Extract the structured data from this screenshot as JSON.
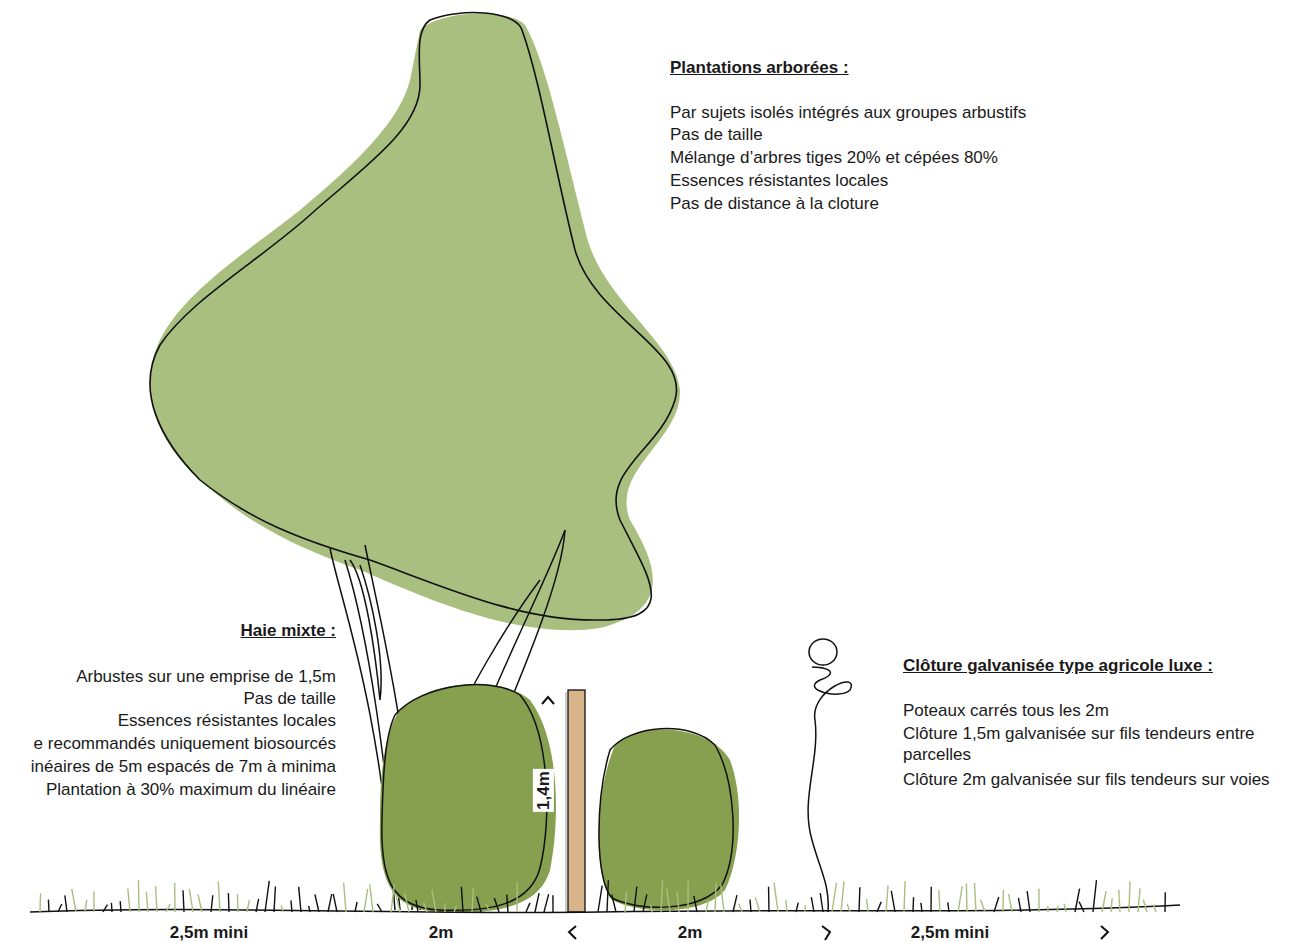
{
  "diagram": {
    "labels": [
      "Plantations arborées :",
      "Par sujets isolés intégrés aux groupes arbustifs",
      "Pas de taille",
      "Mélange d’arbres tiges 20% et cépées 80%",
      "Essences résistantes locales",
      "Pas de distance à la cloture",
      "Haie mixte :",
      "Arbustes sur une emprise de 1,5m",
      "Pas de taille",
      "Essences résistantes locales",
      "e recommandés uniquement biosourcés",
      "inéaires de 5m espacés de 7m à minima",
      "Plantation à 30% maximum du linéaire",
      "Clôture galvanisée type agricole luxe :",
      "Poteaux carrés tous les 2m",
      "Clôture 1,5m galvanisée sur fils tendeurs entre parcelles",
      "Clôture 2m galvanisée sur fils tendeurs sur voies",
      "1,4m",
      "2,5m mini",
      "2m",
      "2m",
      "2,5m mini"
    ]
  }
}
